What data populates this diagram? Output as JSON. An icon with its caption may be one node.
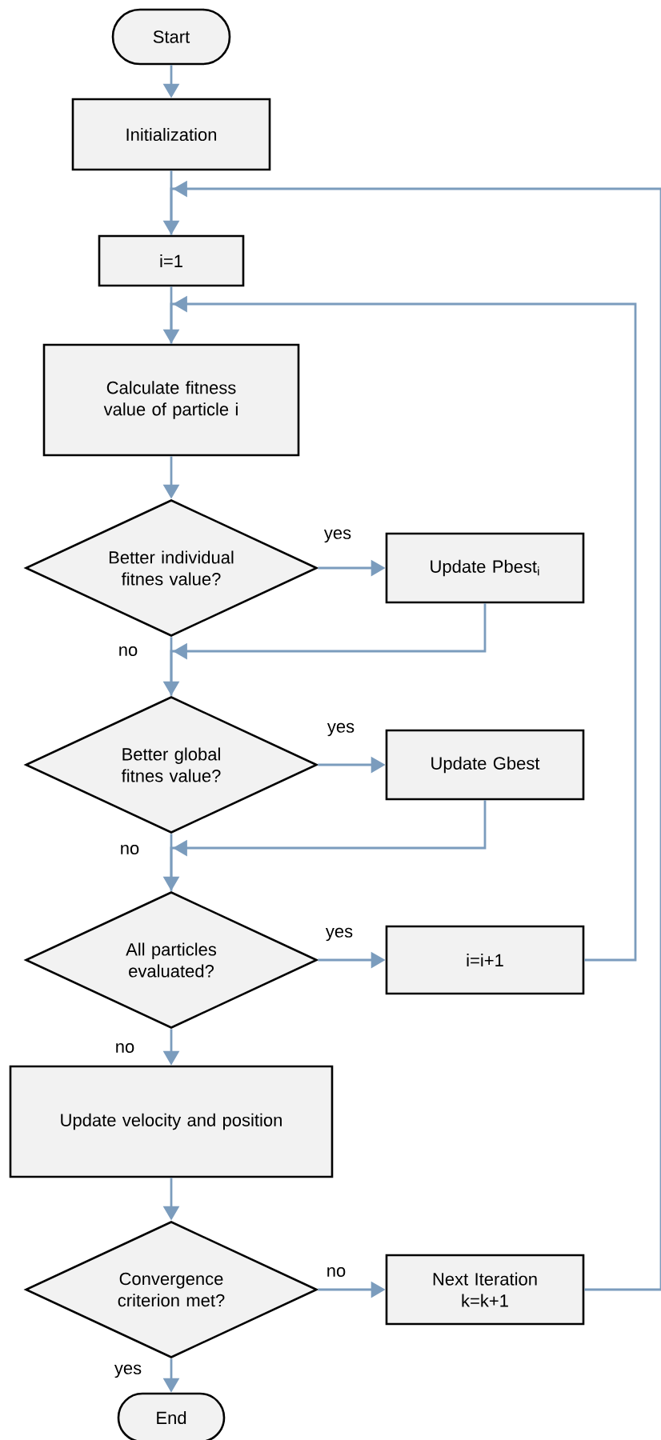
{
  "diagram": {
    "nodes": [
      {
        "text": [
          "Start"
        ]
      },
      {
        "text": [
          "Initialization"
        ]
      },
      {
        "text": [
          "i=1"
        ]
      },
      {
        "text": [
          "Calculate fitness value of particle i"
        ]
      },
      {
        "text": [
          "Better individual fitnes value?"
        ]
      },
      {
        "text": [
          "Update Pbest$_{i}$"
        ]
      },
      {
        "text": [
          "Better global fitnes value?"
        ]
      },
      {
        "text": [
          "Update Gbest"
        ]
      },
      {
        "text": [
          "All particles evaluated?"
        ]
      },
      {
        "text": [
          "i=i+1"
        ]
      },
      {
        "text": [
          "Update velocity and position"
        ]
      },
      {
        "text": [
          "Convergence criterion met?"
        ]
      },
      {
        "text": [
          "Next Iteration k=k+1"
        ]
      },
      {
        "text": [
          "End"
        ]
      }
    ],
    "edges": [
      {
        "from": 0,
        "to": 1,
        "arrow": "to"
      },
      {
        "from": 1,
        "to": 2,
        "arrow": "to"
      },
      {
        "from": 2,
        "to": 3,
        "arrow": "to"
      },
      {
        "from": 3,
        "to": 4,
        "arrow": "to"
      },
      {
        "from": 4,
        "to": 5,
        "arrow": "to",
        "label": "yes"
      },
      {
        "from": 4,
        "to": 6,
        "arrow": "to",
        "label": "no"
      },
      {
        "from": 5,
        "to": 6,
        "arrow": "to"
      },
      {
        "from": 6,
        "to": 7,
        "arrow": "to",
        "label": "yes"
      },
      {
        "from": 6,
        "to": 8,
        "arrow": "to",
        "label": "no"
      },
      {
        "from": 7,
        "to": 8,
        "arrow": "to"
      },
      {
        "from": 8,
        "to": 9,
        "arrow": "to",
        "label": "yes"
      },
      {
        "from": 9,
        "to": 3,
        "arrow": "to"
      },
      {
        "from": 8,
        "to": 10,
        "arrow": "to",
        "label": "no"
      },
      {
        "from": 10,
        "to": 11,
        "arrow": "to"
      },
      {
        "from": 11,
        "to": 12,
        "arrow": "to",
        "label": "no"
      },
      {
        "from": 12,
        "to": 2,
        "arrow": "to"
      },
      {
        "from": 11,
        "to": 13,
        "arrow": "to",
        "label": "yes"
      }
    ]
  }
}
